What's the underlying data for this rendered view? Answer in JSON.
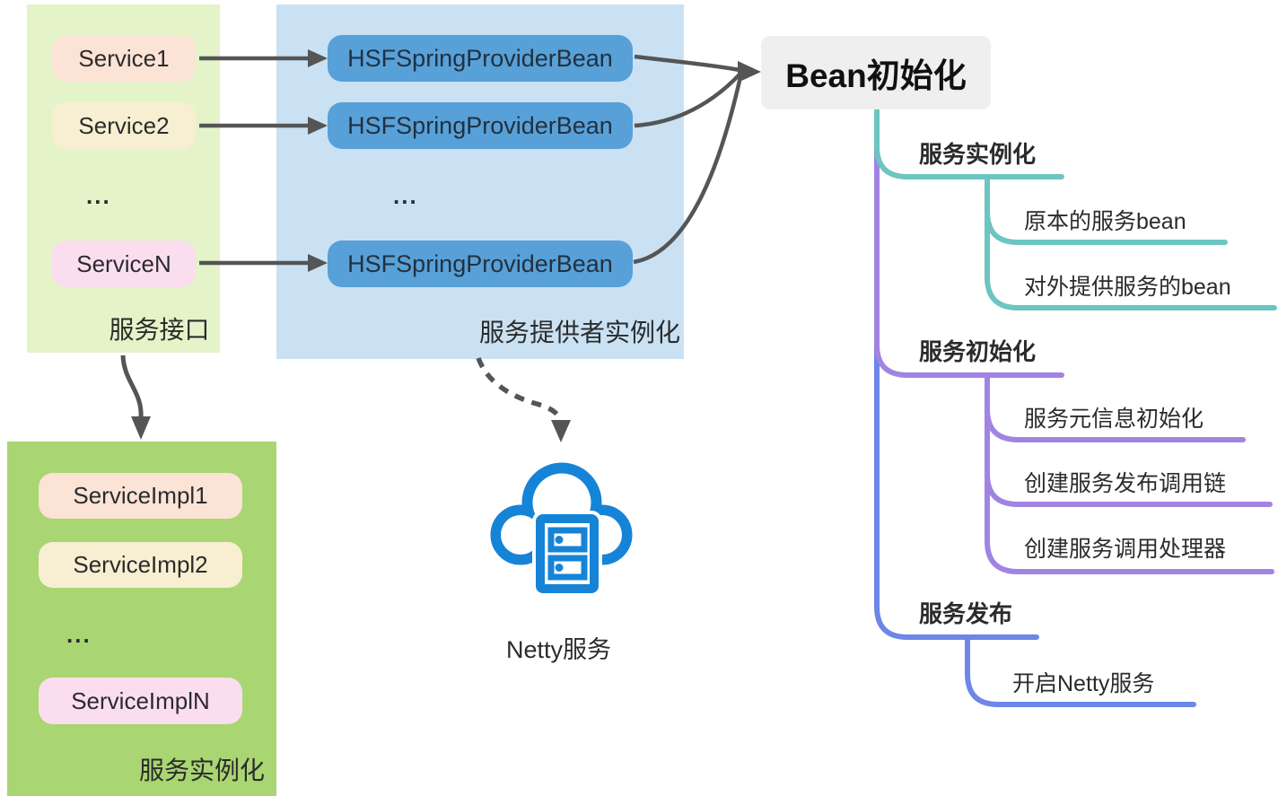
{
  "palette": {
    "left_panel_bg": "#e5f3c9",
    "provider_panel_bg": "#c9e1f3",
    "impl_panel_bg": "#aad573",
    "pill_peach": "#fbe3d6",
    "pill_cream": "#f8efd3",
    "pill_pink": "#fadeef",
    "provider_pill_blue": "#58a0d8",
    "bean_box_bg": "#efefef",
    "arrow_gray": "#555555",
    "branch_teal": "#6cc5c1",
    "branch_purple": "#a184e2",
    "branch_blue": "#6d86e8",
    "cloud_icon_blue": "#1584d7",
    "text_dark": "#2b2b2b"
  },
  "left_panel": {
    "label": "服务接口",
    "items": [
      "Service1",
      "Service2",
      "...",
      "ServiceN"
    ]
  },
  "provider_panel": {
    "label": "服务提供者实例化",
    "items": [
      "HSFSpringProviderBean",
      "HSFSpringProviderBean",
      "...",
      "HSFSpringProviderBean"
    ]
  },
  "impl_panel": {
    "label": "服务实例化",
    "items": [
      "ServiceImpl1",
      "ServiceImpl2",
      "...",
      "ServiceImplN"
    ]
  },
  "bean_init": {
    "label": "Bean初始化"
  },
  "netty": {
    "label": "Netty服务"
  },
  "mindmap": {
    "branches": [
      {
        "label": "服务实例化",
        "color": "#6cc5c1",
        "children": [
          "原本的服务bean",
          "对外提供服务的bean"
        ]
      },
      {
        "label": "服务初始化",
        "color": "#a184e2",
        "children": [
          "服务元信息初始化",
          "创建服务发布调用链",
          "创建服务调用处理器"
        ]
      },
      {
        "label": "服务发布",
        "color": "#6d86e8",
        "children": [
          "开启Netty服务"
        ]
      }
    ]
  }
}
